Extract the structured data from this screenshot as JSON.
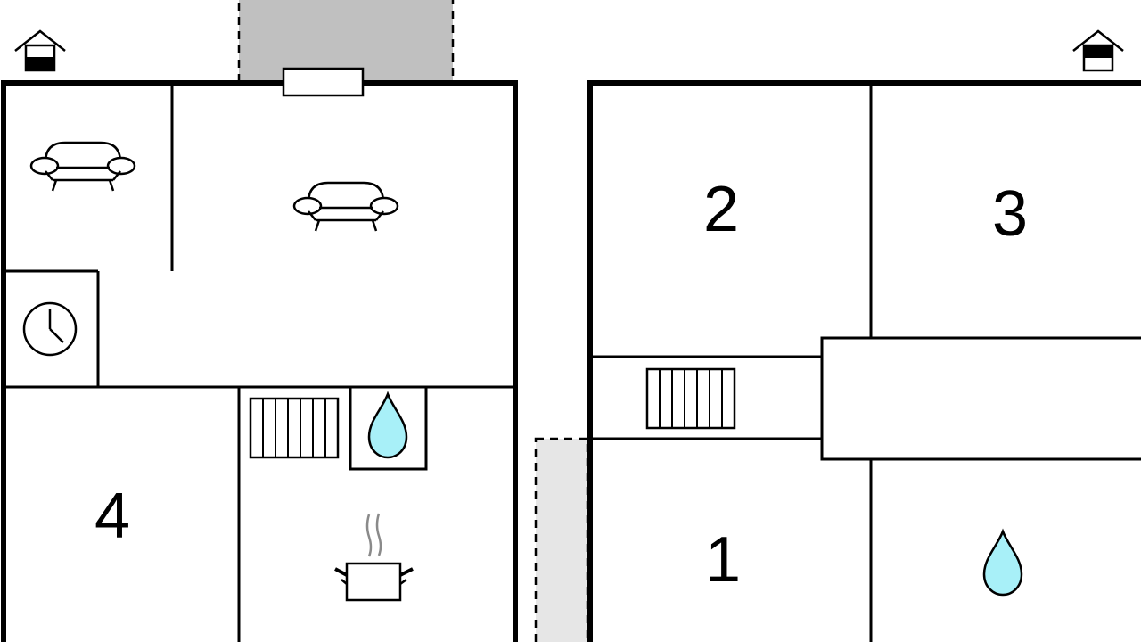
{
  "colors": {
    "wall": "#000000",
    "background": "#ffffff",
    "terrace": "#c0c0c0",
    "walkway": "#e6e6e6",
    "water": "#a8f0f8",
    "steam": "#8a8a8a"
  },
  "left_plan": {
    "level_icon": "house-ground-floor-icon",
    "rooms": [
      {
        "icon": "sofa-icon"
      },
      {
        "icon": "sofa-icon"
      },
      {
        "icon": "clock-icon"
      },
      {
        "number": "4"
      },
      {
        "icon": "stairs-icon"
      },
      {
        "icon": "water-drop-icon"
      },
      {
        "icon": "cooking-pot-icon"
      }
    ]
  },
  "right_plan": {
    "level_icon": "house-upper-floor-icon",
    "rooms": [
      {
        "number": "2"
      },
      {
        "number": "3"
      },
      {
        "icon": "stairs-icon"
      },
      {
        "number": "1"
      },
      {
        "icon": "water-drop-icon"
      }
    ]
  }
}
